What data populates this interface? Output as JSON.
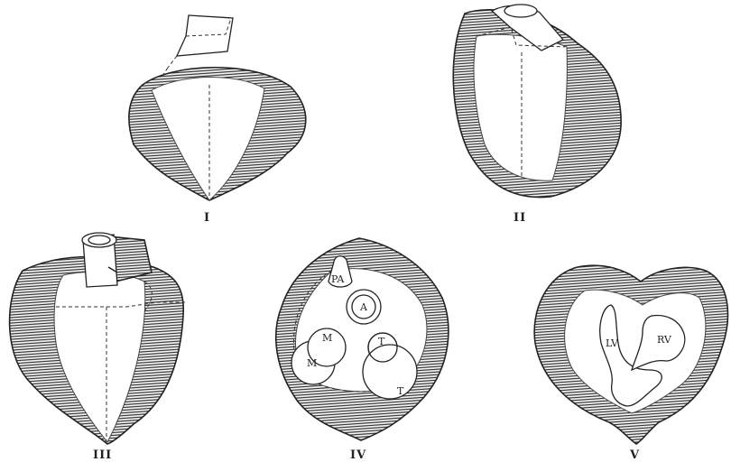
{
  "figures": [
    {
      "numeral": "I"
    },
    {
      "numeral": "II"
    },
    {
      "numeral": "III"
    },
    {
      "numeral": "IV",
      "labels": {
        "pa": "PA",
        "a": "A",
        "m_left": "M",
        "m_inner": "M",
        "t_inner": "T",
        "t_right": "T"
      }
    },
    {
      "numeral": "V",
      "labels": {
        "lv": "LV",
        "rv": "RV"
      }
    }
  ],
  "colors": {
    "ink": "#222222",
    "paper": "#ffffff"
  }
}
